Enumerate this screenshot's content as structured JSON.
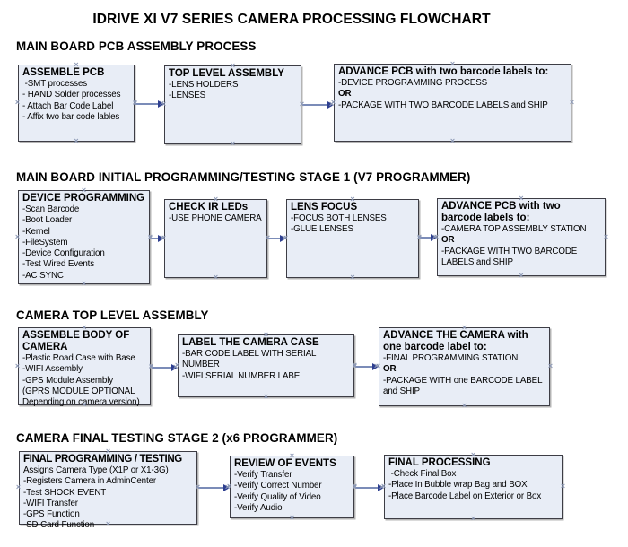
{
  "title": "IDRIVE XI V7 SERIES CAMERA PROCESSING FLOWCHART",
  "connection_point_glyph": "×",
  "colors": {
    "box_fill": "#e8edf6",
    "box_border": "#3d3d45",
    "arrow_shaft": "#7b8cb8",
    "arrow_head": "#2e3f90",
    "connection_point": "#8d99b5"
  },
  "sections": [
    {
      "heading": "MAIN BOARD PCB ASSEMBLY PROCESS",
      "boxes": [
        {
          "title": "ASSEMBLE PCB",
          "lines": [
            " -SMT processes",
            "- HAND Solder processes",
            "- Attach Bar Code Label",
            "- Affix two bar code lables"
          ]
        },
        {
          "title": "TOP LEVEL ASSEMBLY",
          "lines": [
            "-LENS HOLDERS",
            "-LENSES"
          ]
        },
        {
          "title": "ADVANCE PCB with two barcode labels to:",
          "lines": [
            "-DEVICE PROGRAMMING PROCESS",
            "OR",
            "-PACKAGE WITH TWO BARCODE LABELS and SHIP"
          ]
        }
      ]
    },
    {
      "heading": "MAIN BOARD INITIAL PROGRAMMING/TESTING STAGE 1 (V7 PROGRAMMER)",
      "boxes": [
        {
          "title": "DEVICE PROGRAMMING",
          "lines": [
            "-Scan Barcode",
            "-Boot Loader",
            "-Kernel",
            "-FileSystem",
            "-Device Configuration",
            "-Test Wired Events",
            "-AC SYNC"
          ]
        },
        {
          "title": "CHECK IR LEDs",
          "lines": [
            "-USE PHONE CAMERA"
          ]
        },
        {
          "title": "LENS FOCUS",
          "lines": [
            "-FOCUS BOTH LENSES",
            "-GLUE LENSES"
          ]
        },
        {
          "title": "ADVANCE PCB with two barcode labels to:",
          "lines": [
            "-CAMERA TOP ASSEMBLY STATION",
            "OR",
            "-PACKAGE WITH TWO BARCODE LABELS and SHIP"
          ]
        }
      ]
    },
    {
      "heading": "CAMERA TOP LEVEL ASSEMBLY",
      "boxes": [
        {
          "title": "ASSEMBLE BODY OF CAMERA",
          "lines": [
            "-Plastic Road Case with Base",
            "-WIFI Assembly",
            "-GPS Module Assembly",
            "(GPRS MODULE OPTIONAL",
            "Depending on camera version)"
          ]
        },
        {
          "title": "LABEL THE CAMERA CASE",
          "lines": [
            "-BAR CODE LABEL WITH SERIAL NUMBER",
            "-WIFI SERIAL NUMBER LABEL"
          ]
        },
        {
          "title": "ADVANCE THE CAMERA with one barcode label to:",
          "lines": [
            "-FINAL PROGRAMMING STATION",
            "OR",
            "-PACKAGE WITH one BARCODE LABEL and SHIP"
          ]
        }
      ]
    },
    {
      "heading": "CAMERA FINAL TESTING STAGE 2 (x6 PROGRAMMER)",
      "boxes": [
        {
          "title": "FINAL PROGRAMMING / TESTING",
          "lines": [
            "Assigns Camera Type (X1P or X1-3G)",
            "-Registers Camera in AdminCenter",
            "-Test SHOCK EVENT",
            "-WIFI Transfer",
            "-GPS Function",
            "-SD Card Function"
          ]
        },
        {
          "title": "REVIEW OF EVENTS",
          "lines": [
            "-Verify Transfer",
            "-Verify Correct Number",
            "-Verify Quality of Video",
            "-Verify Audio"
          ]
        },
        {
          "title": "FINAL PROCESSING",
          "lines": [
            " -Check Final Box",
            "-Place In Bubble wrap Bag and BOX",
            "-Place Barcode Label on Exterior or Box"
          ]
        }
      ]
    }
  ]
}
